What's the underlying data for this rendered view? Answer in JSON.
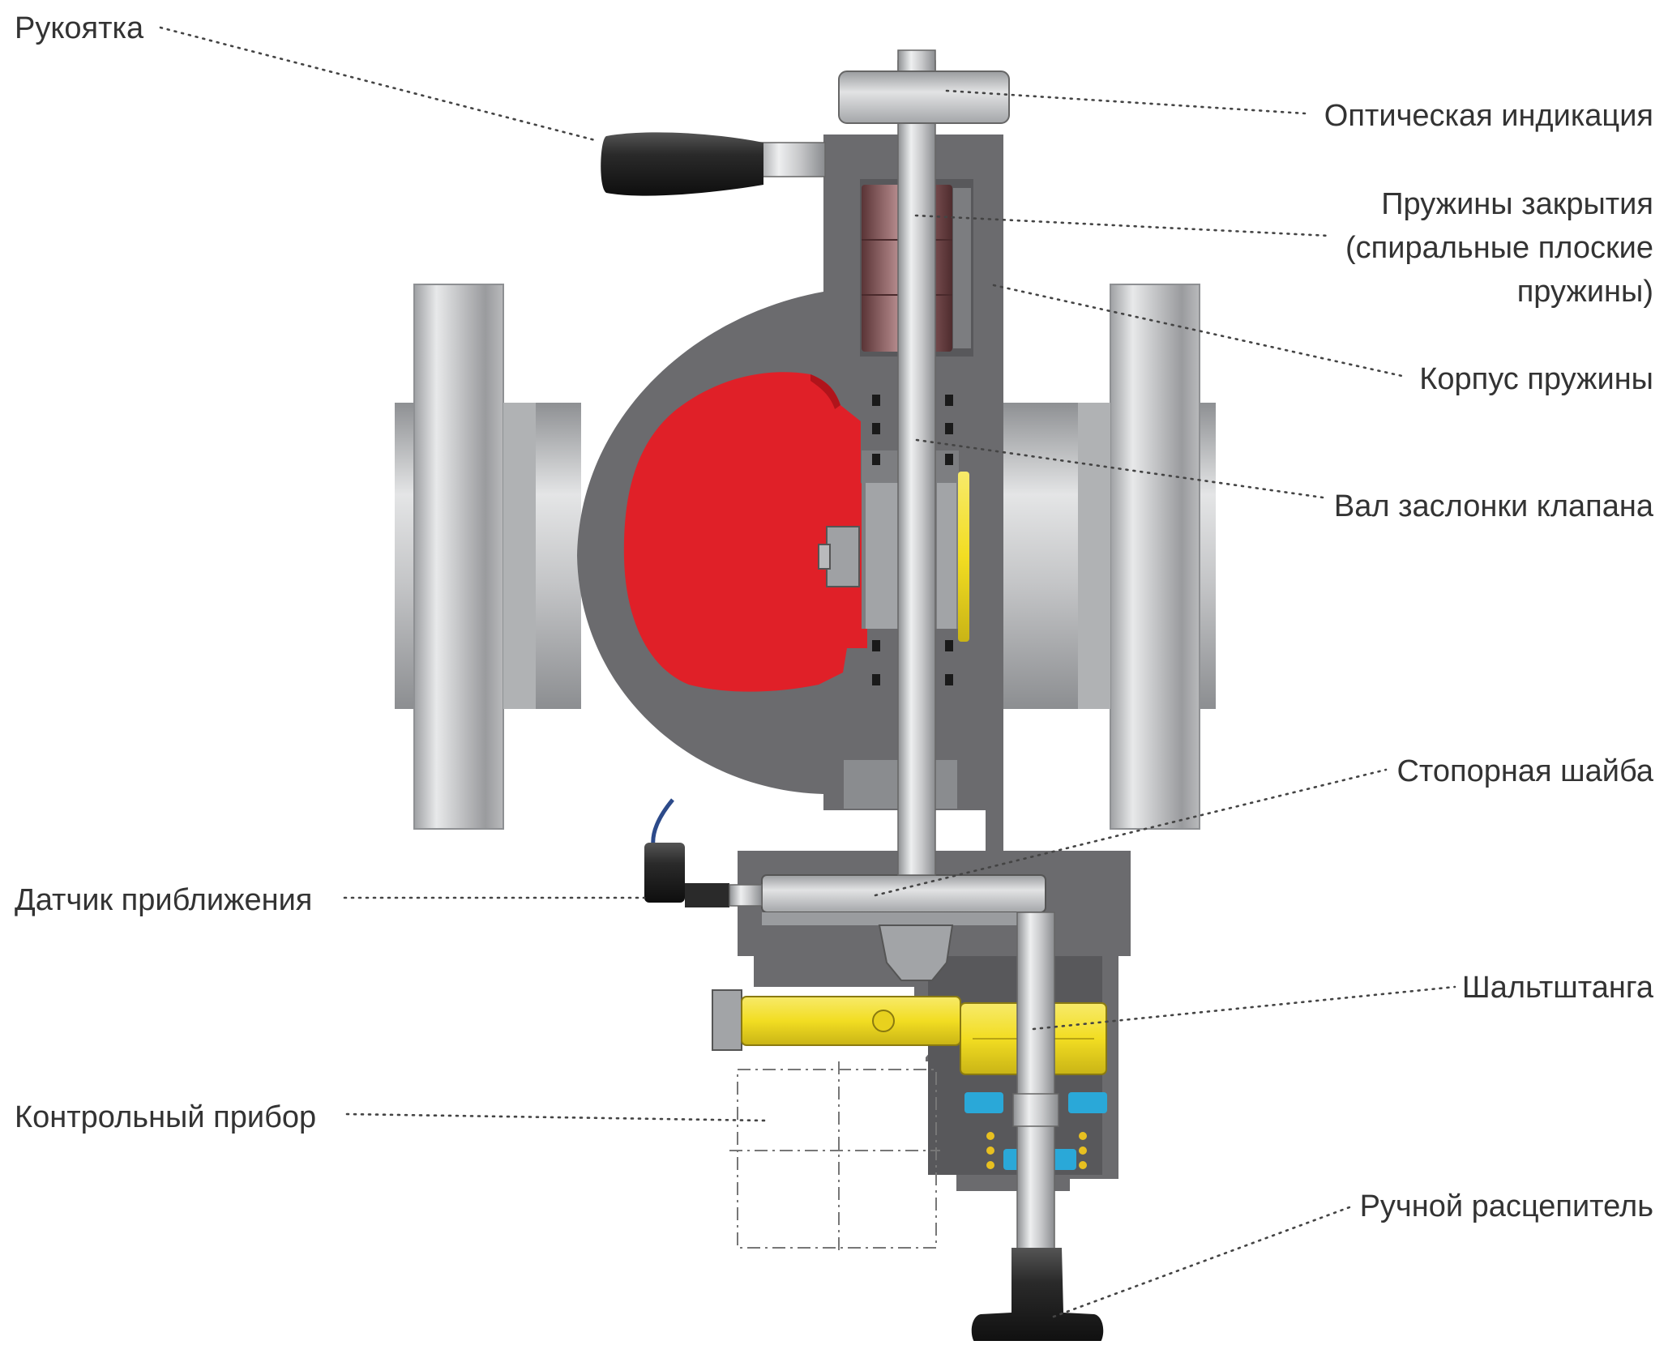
{
  "diagram": {
    "type": "valve-cross-section",
    "palette": {
      "body": "#6b6b6e",
      "body_dark": "#58585b",
      "flange": "#c6c7c9",
      "shaft": "#c9cacc",
      "spring": "#8a5a5c",
      "disc": "#e02028",
      "brass": "#f2de2c",
      "ring": "#2aa8d8",
      "handle": "#1e1e1e",
      "leader": "#444444"
    },
    "labels": {
      "handle": "Рукоятка",
      "optical_indicator": "Оптическая индикация",
      "closing_springs_1": "Пружины закрытия",
      "closing_springs_2": "(спиральные плоские",
      "closing_springs_3": "пружины)",
      "spring_housing": "Корпус пружины",
      "valve_disc_shaft": "Вал заслонки клапана",
      "lock_washer": "Стопорная шайба",
      "proximity_sensor": "Датчик приближения",
      "switch_rod": "Шальтштанга",
      "control_device": "Контрольный прибор",
      "manual_release": "Ручной расцепитель"
    }
  }
}
